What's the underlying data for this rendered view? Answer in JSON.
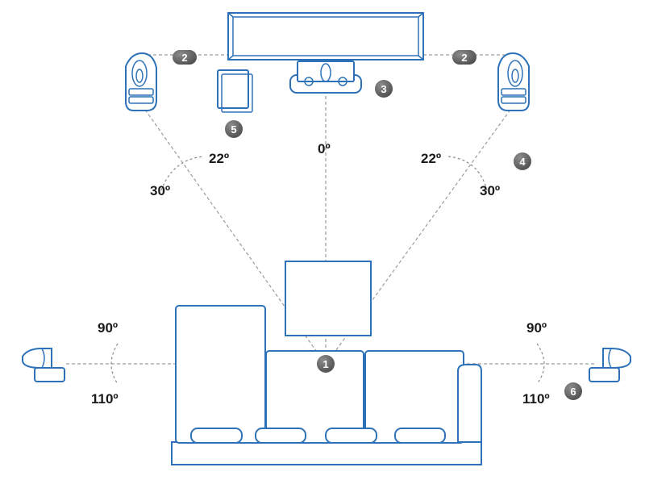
{
  "angles": {
    "front_left_inner": "22º",
    "front_left_outer": "30º",
    "center": "0º",
    "front_right_inner": "22º",
    "front_right_outer": "30º",
    "side_left_upper": "90º",
    "side_left_lower": "110º",
    "side_right_upper": "90º",
    "side_right_lower": "110º"
  },
  "badges": {
    "listener": "1",
    "front_left_distance": "2",
    "front_right_distance": "2",
    "center_speaker": "3",
    "front_speakers": "4",
    "subwoofer": "5",
    "surround_speakers": "6"
  },
  "colors": {
    "outline": "#2d72b8",
    "badge_fill": "#6e6e6e",
    "guide_line": "#9a9a9a"
  }
}
